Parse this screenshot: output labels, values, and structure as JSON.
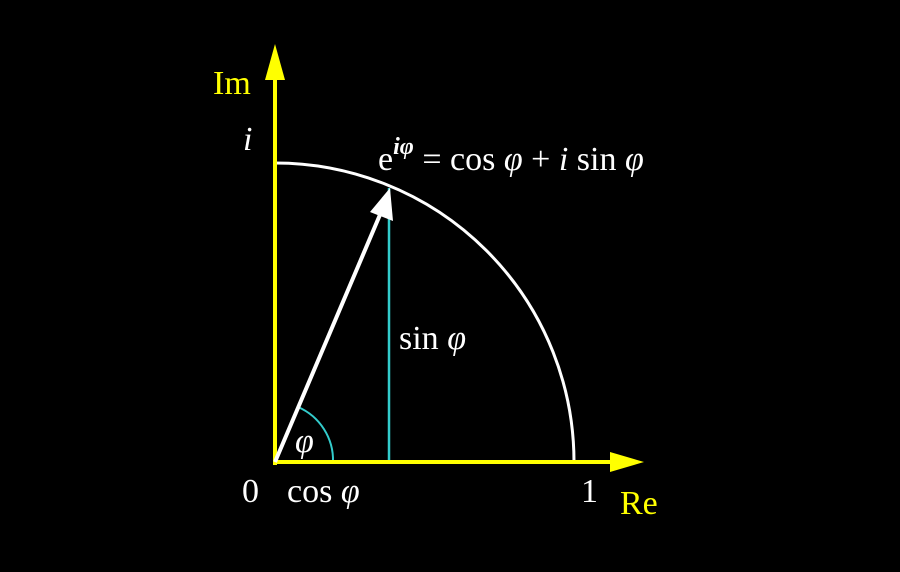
{
  "axes": {
    "real_label": "Re",
    "imag_label": "Im",
    "axis_color": "#ffff00"
  },
  "labels": {
    "origin": "0",
    "one": "1",
    "i": "i",
    "phi": "φ",
    "cos_phi": {
      "fn": "cos ",
      "var": "φ"
    },
    "sin_phi": {
      "fn": "sin ",
      "var": "φ"
    },
    "formula": {
      "base": "e",
      "exponent": "iφ",
      "equals_cos": " = cos ",
      "phi1": "φ",
      "plus": " + ",
      "i": "i",
      "sin": " sin ",
      "phi2": "φ"
    }
  },
  "colors": {
    "background": "#000000",
    "circle": "#ffffff",
    "vector": "#ffffff",
    "sine_line": "#33cccc",
    "angle_arc": "#33cccc",
    "text": "#ffffff",
    "axis_text": "#ffff00"
  },
  "angle_degrees": 68
}
